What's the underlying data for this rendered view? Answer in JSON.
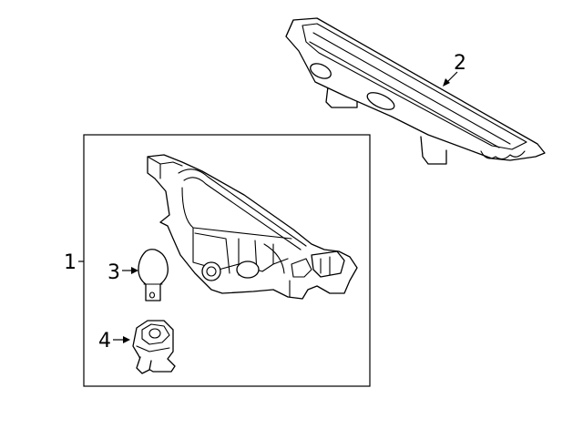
{
  "callouts": {
    "c1": "1",
    "c2": "2",
    "c3": "3",
    "c4": "4"
  },
  "icons": {
    "lamp_assembly": "tail-lamp-housing-icon",
    "high_mount_lamp": "high-mount-stop-lamp-icon",
    "bulb": "bulb-icon",
    "socket": "bulb-socket-icon"
  },
  "colors": {
    "line": "#000000",
    "background": "#ffffff"
  }
}
